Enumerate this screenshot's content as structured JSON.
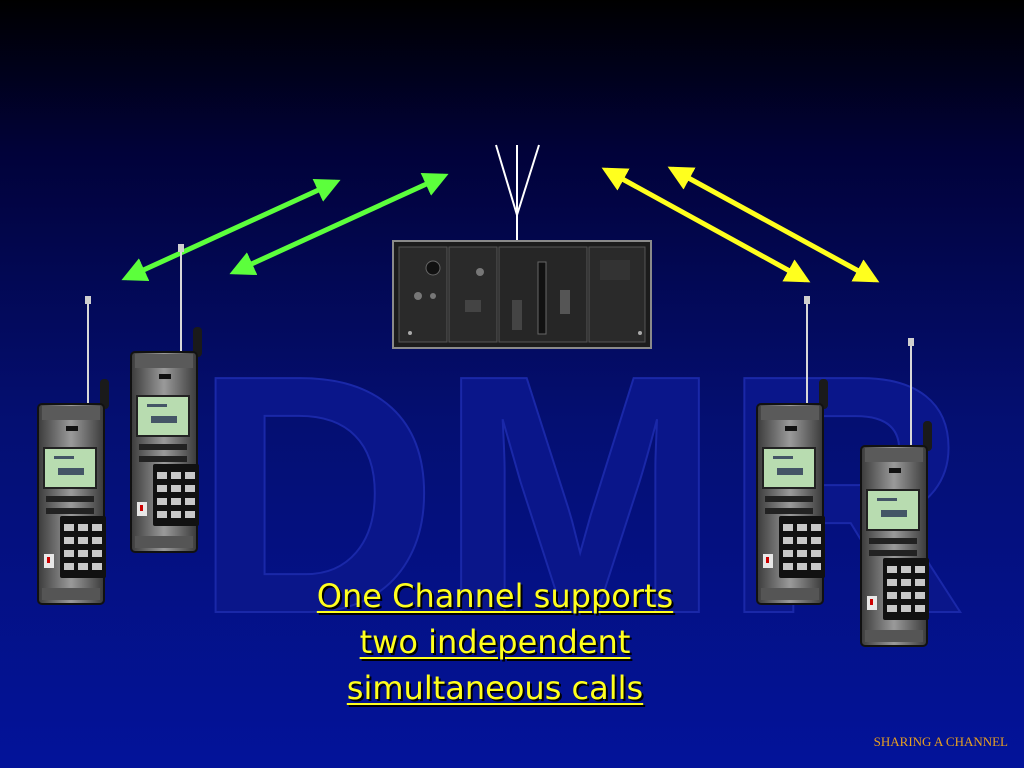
{
  "slide": {
    "watermark": "DMR",
    "caption_lines": [
      "One Channel supports",
      "two independent",
      "simultaneous calls"
    ],
    "footer": "SHARING A CHANNEL"
  },
  "colors": {
    "background_top": "#000000",
    "background_bottom": "#03139a",
    "call_1_arrows": "#5cff3c",
    "call_2_arrows": "#ffff1e",
    "caption_text": "#ffff1e",
    "footer_text": "#e8a020"
  },
  "figure": {
    "repeater": "repeater-unit",
    "antenna": "antenna-icon",
    "left_radios": [
      "handheld-radio-icon",
      "handheld-radio-icon"
    ],
    "right_radios": [
      "handheld-radio-icon",
      "handheld-radio-icon"
    ]
  }
}
